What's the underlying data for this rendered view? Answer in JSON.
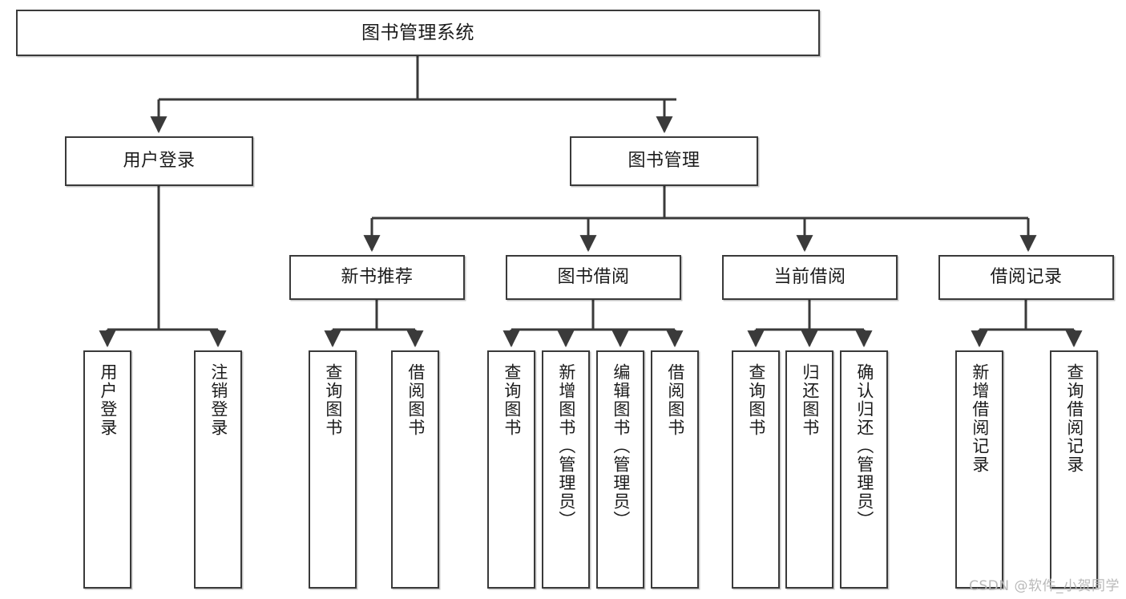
{
  "diagram": {
    "title": "图书管理系统",
    "watermark": "CSDN @软件_小贺同学",
    "colors": {
      "background": "#ffffff",
      "box_border": "#3a3a3a",
      "box_fill": "#ffffff",
      "connector": "#3a3a3a",
      "text": "#1b1b1b",
      "watermark": "#b9b9b9"
    }
  },
  "nodes": {
    "root": {
      "label": "图书管理系统"
    },
    "level2": [
      {
        "label": "用户登录"
      },
      {
        "label": "图书管理"
      }
    ],
    "level3": [
      {
        "label": "新书推荐"
      },
      {
        "label": "图书借阅"
      },
      {
        "label": "当前借阅"
      },
      {
        "label": "借阅记录"
      }
    ],
    "leaves": {
      "user_login": [
        {
          "label": "用户登录"
        },
        {
          "label": "注销登录"
        }
      ],
      "new_book_recommend": [
        {
          "label": "查询图书"
        },
        {
          "label": "借阅图书"
        }
      ],
      "book_borrow": [
        {
          "label": "查询图书"
        },
        {
          "label": "新增图书（管理员）"
        },
        {
          "label": "编辑图书（管理员）"
        },
        {
          "label": "借阅图书"
        }
      ],
      "current_borrow": [
        {
          "label": "查询图书"
        },
        {
          "label": "归还图书"
        },
        {
          "label": "确认归还（管理员）"
        }
      ],
      "borrow_record": [
        {
          "label": "新增借阅记录"
        },
        {
          "label": "查询借阅记录"
        }
      ]
    }
  }
}
